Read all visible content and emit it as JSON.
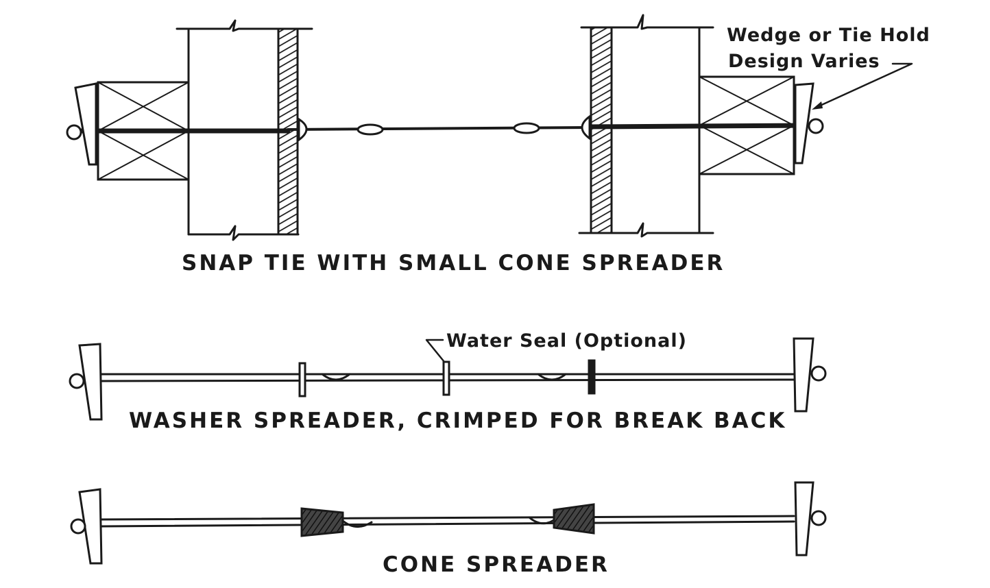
{
  "figures": {
    "snap_tie": {
      "caption": "SNAP TIE WITH SMALL CONE SPREADER",
      "callout_line1": "Wedge or Tie Hold",
      "callout_line2": "Design Varies"
    },
    "washer": {
      "caption": "WASHER SPREADER, CRIMPED FOR BREAK BACK",
      "callout": "Water Seal (Optional)"
    },
    "cone": {
      "caption": "CONE SPREADER"
    }
  },
  "colors": {
    "ink": "#1a1a1a",
    "background": "#ffffff"
  }
}
